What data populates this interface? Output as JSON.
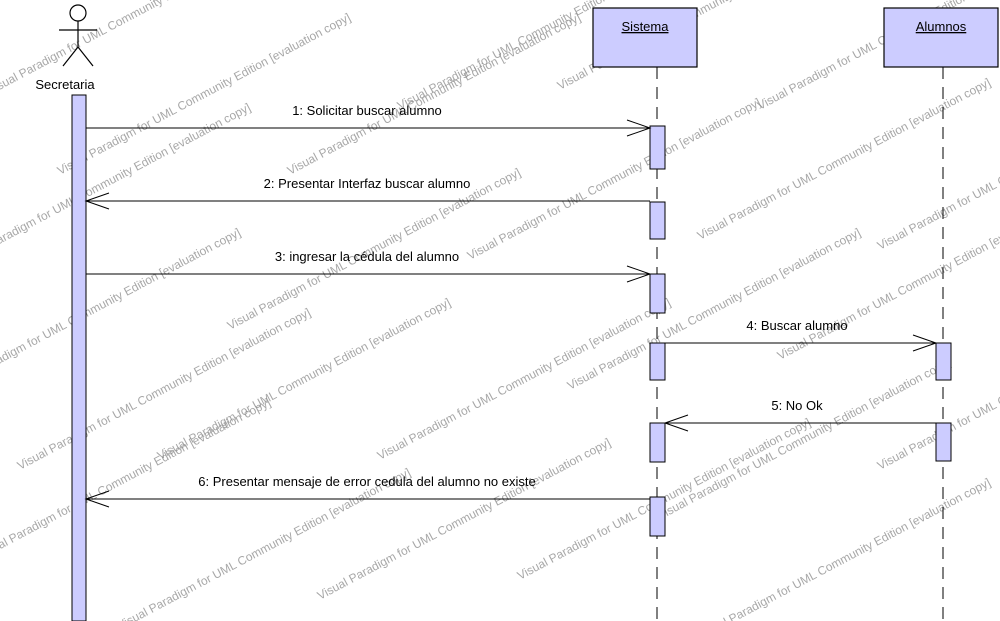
{
  "diagram": {
    "type": "uml-sequence",
    "actor": {
      "name": "Secretaria"
    },
    "participants": [
      {
        "id": "sistema",
        "name": "Sistema"
      },
      {
        "id": "alumnos",
        "name": "Alumnos"
      }
    ],
    "messages": [
      {
        "n": 1,
        "label": "1: Solicitar buscar alumno",
        "from": "secretaria",
        "to": "sistema",
        "kind": "call"
      },
      {
        "n": 2,
        "label": "2: Presentar Interfaz buscar alumno",
        "from": "sistema",
        "to": "secretaria",
        "kind": "return"
      },
      {
        "n": 3,
        "label": "3: ingresar la cédula del alumno",
        "from": "secretaria",
        "to": "sistema",
        "kind": "call"
      },
      {
        "n": 4,
        "label": "4: Buscar alumno",
        "from": "sistema",
        "to": "alumnos",
        "kind": "call"
      },
      {
        "n": 5,
        "label": "5: No Ok",
        "from": "alumnos",
        "to": "sistema",
        "kind": "return"
      },
      {
        "n": 6,
        "label": "6: Presentar mensaje de error cedula del alumno no existe",
        "from": "sistema",
        "to": "secretaria",
        "kind": "return"
      }
    ]
  },
  "watermarks": [
    "Visual Paradigm for UML Community Edition [evaluation copy]"
  ],
  "colors": {
    "participant_fill": "#ccccff",
    "activation_fill": "#ccccff",
    "line": "#000000",
    "watermark": "#8a8a8a"
  }
}
